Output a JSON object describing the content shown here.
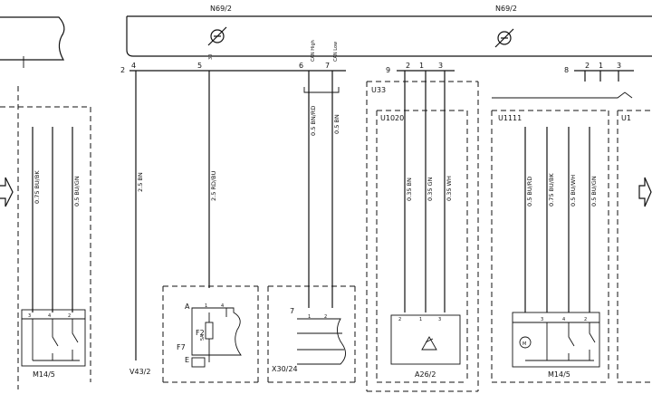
{
  "components": {
    "n69_left": "N69/2",
    "n69_right": "N69/2",
    "u33": "U33",
    "u1020": "U1020",
    "u1111": "U1111",
    "u1_partial": "U1",
    "v43": "V43/2",
    "x30": "X30/24",
    "a26": "A26/2",
    "m14_left": "M14/5",
    "m14_right": "M14/5",
    "f7": "F7",
    "f2": "F2",
    "fuse_rating": "5A"
  },
  "connectors": {
    "n69_left": "2",
    "n69_right_9": "9",
    "n69_right_8": "8",
    "x30_pin": "7",
    "fuse_a": "A",
    "fuse_e": "E"
  },
  "pins": {
    "n69_left": [
      "4",
      "5",
      "6",
      "7"
    ],
    "n69_right_9": [
      "2",
      "1",
      "3"
    ],
    "n69_right_8": [
      "2",
      "1",
      "3"
    ],
    "fuse_box": [
      "1",
      "4"
    ],
    "x30": [
      "1",
      "2"
    ],
    "a26": [
      "2",
      "1",
      "3"
    ],
    "m14_left": [
      "3",
      "4",
      "2"
    ],
    "m14_right": [
      "3",
      "4",
      "2"
    ]
  },
  "signals": {
    "can_high": "CAN High",
    "can_low": "CAN Low",
    "pin5": "30"
  },
  "wires": {
    "gnd": "2.5 BN",
    "supply": "2.5 RD/BU",
    "can_h": "0.5 BN/RD",
    "can_l": "0.5 BN",
    "u1020_a": "0.35 BN",
    "u1020_b": "0.35 GN",
    "u1020_c": "0.35 WH",
    "left_a": "0.75 BU/BK",
    "left_b": "0.5 BU/GN",
    "right_a": "0.5 BU/RD",
    "right_b": "0.75 BU/BK",
    "right_c": "0.5 BU/WH",
    "right_d": "0.5 BU/GN"
  }
}
